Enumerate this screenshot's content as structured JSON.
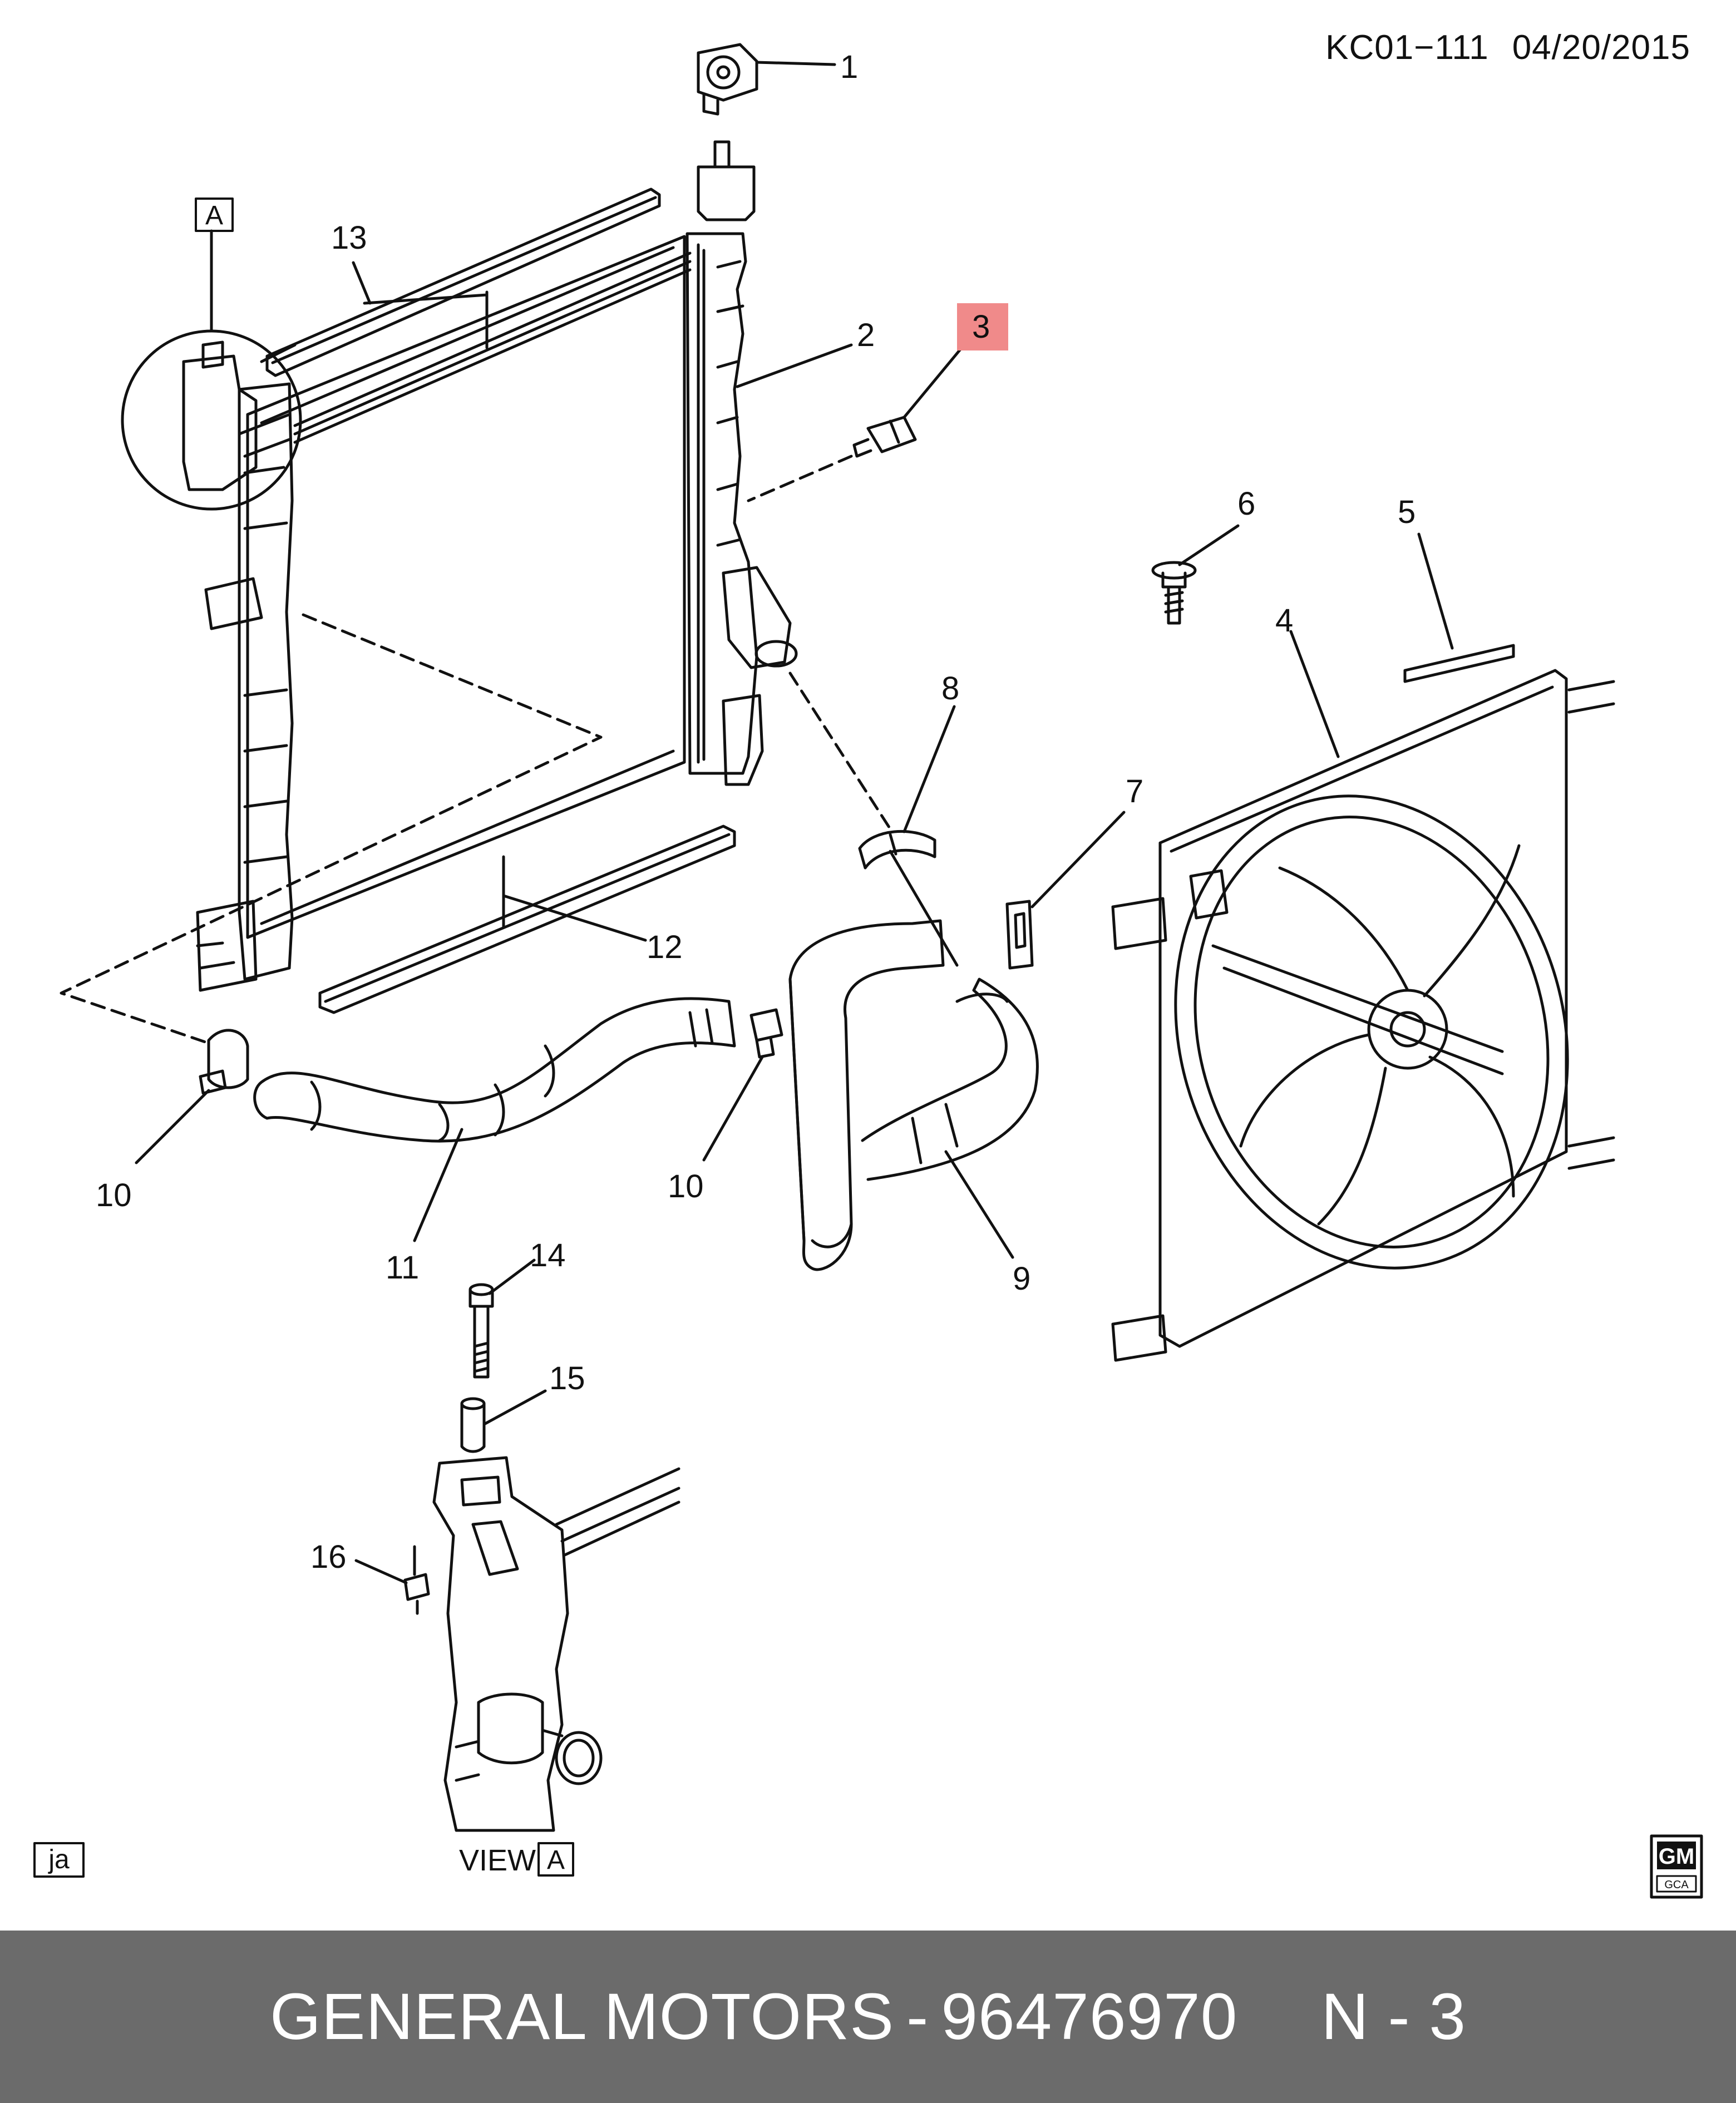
{
  "header": {
    "drawing_code": "KC01−111",
    "date": "04/20/2015"
  },
  "callouts": {
    "c1": "1",
    "c2": "2",
    "c3": "3",
    "c4": "4",
    "c5": "5",
    "c6": "6",
    "c7": "7",
    "c8": "8",
    "c9": "9",
    "c10a": "10",
    "c10b": "10",
    "c11": "11",
    "c12": "12",
    "c13": "13",
    "c14": "14",
    "c15": "15",
    "c16": "16"
  },
  "highlight_color": "#f08a8a",
  "detail": {
    "marker": "A",
    "view_prefix": "VIEW",
    "view_marker": "A"
  },
  "corner_tag": "ja",
  "logo": {
    "top": "GM",
    "bottom": "GCA"
  },
  "footer": {
    "brand": "GENERAL MOTORS",
    "separator": "-",
    "part_number": "96476970",
    "position_label": "N - 3"
  }
}
